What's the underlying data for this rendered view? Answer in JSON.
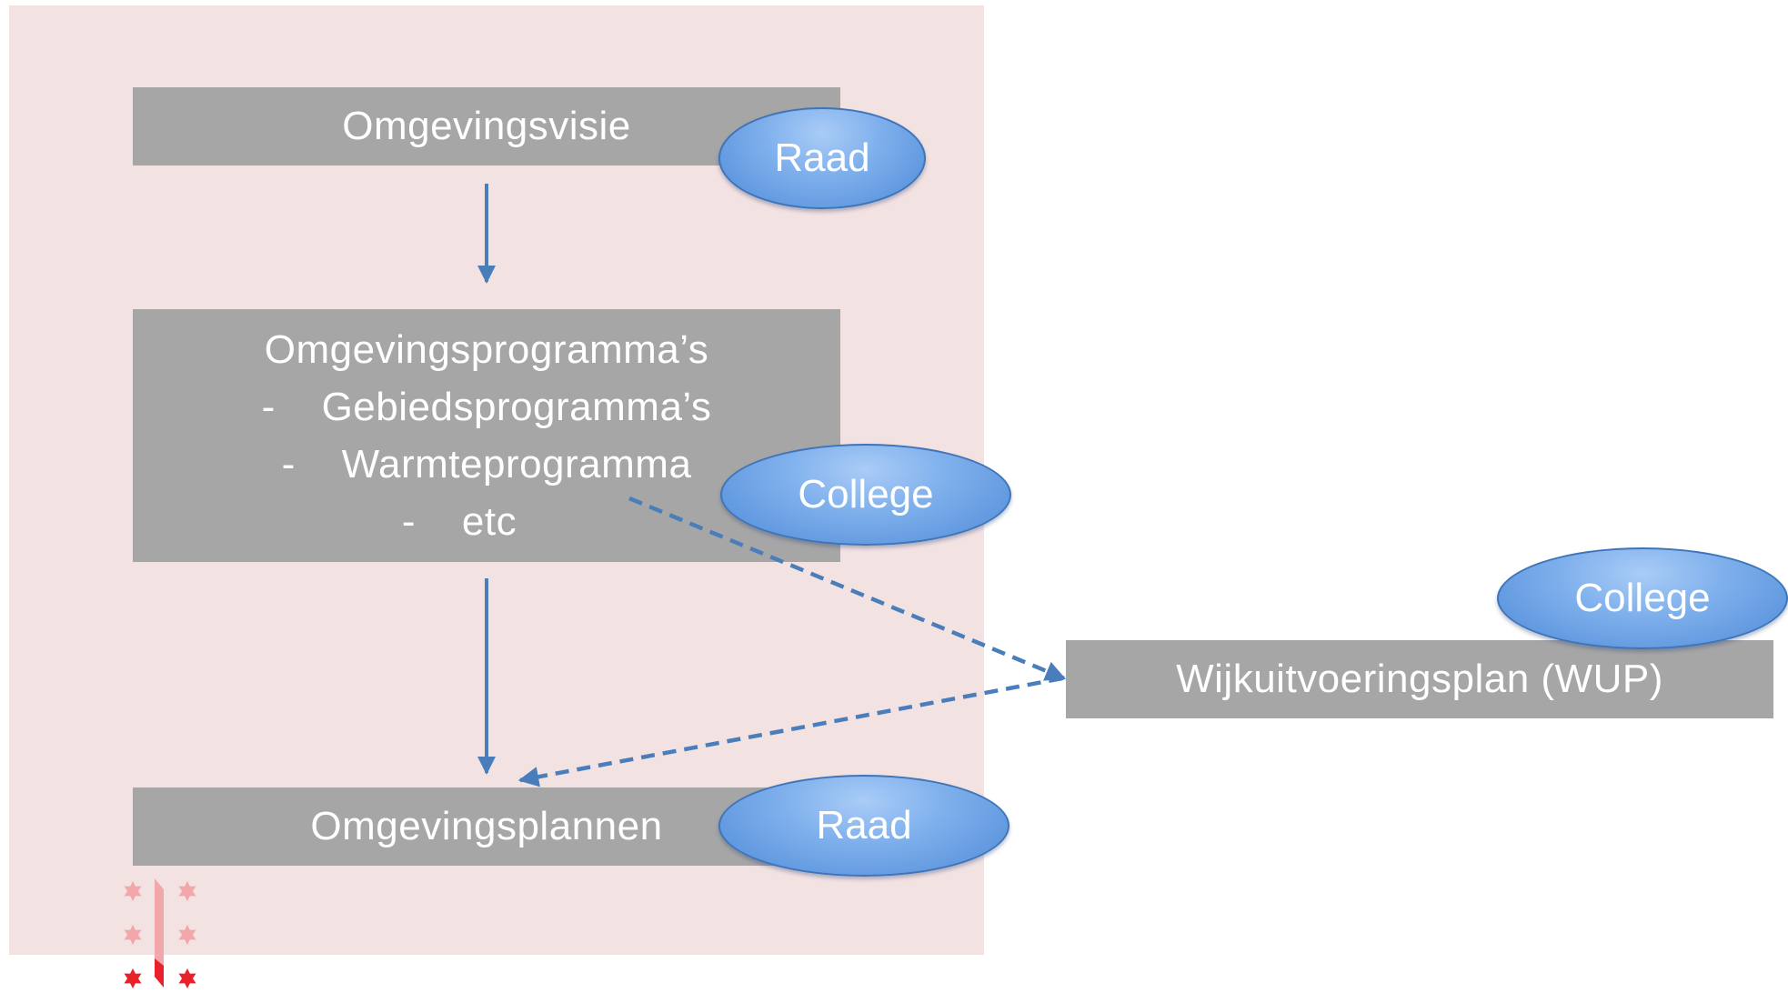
{
  "diagram": {
    "nodes": {
      "omgevingsvisie": "Omgevingsvisie",
      "omgevingsprogrammas": {
        "title": "Omgevingsprogramma’s",
        "items": [
          {
            "bullet": "-",
            "text": "Gebiedsprogramma’s"
          },
          {
            "bullet": "-",
            "text": "Warmteprogramma"
          },
          {
            "bullet": "-",
            "text": "etc"
          }
        ]
      },
      "omgevingsplannen": "Omgevingsplannen",
      "wup": "Wijkuitvoeringsplan (WUP)"
    },
    "badges": {
      "visie": "Raad",
      "programmas": "College",
      "wup": "College",
      "plannen": "Raad"
    },
    "edges": [
      {
        "from": "Omgevingsvisie",
        "to": "Omgevingsprogramma’s",
        "style": "solid"
      },
      {
        "from": "Omgevingsprogramma’s",
        "to": "Omgevingsplannen",
        "style": "solid"
      },
      {
        "from": "Omgevingsprogramma’s",
        "to": "Wijkuitvoeringsplan (WUP)",
        "style": "dashed"
      },
      {
        "from": "Wijkuitvoeringsplan (WUP)",
        "to": "Omgevingsplannen",
        "style": "dashed"
      }
    ]
  },
  "colors": {
    "panel": "#f3e2e2",
    "box": "#a6a6a6",
    "arrow": "#4a7ebb",
    "badge": "#5b93dc",
    "logo_red": "#e8212b"
  },
  "logo": {
    "icon": "amsterdam-crosses-logo-icon"
  }
}
